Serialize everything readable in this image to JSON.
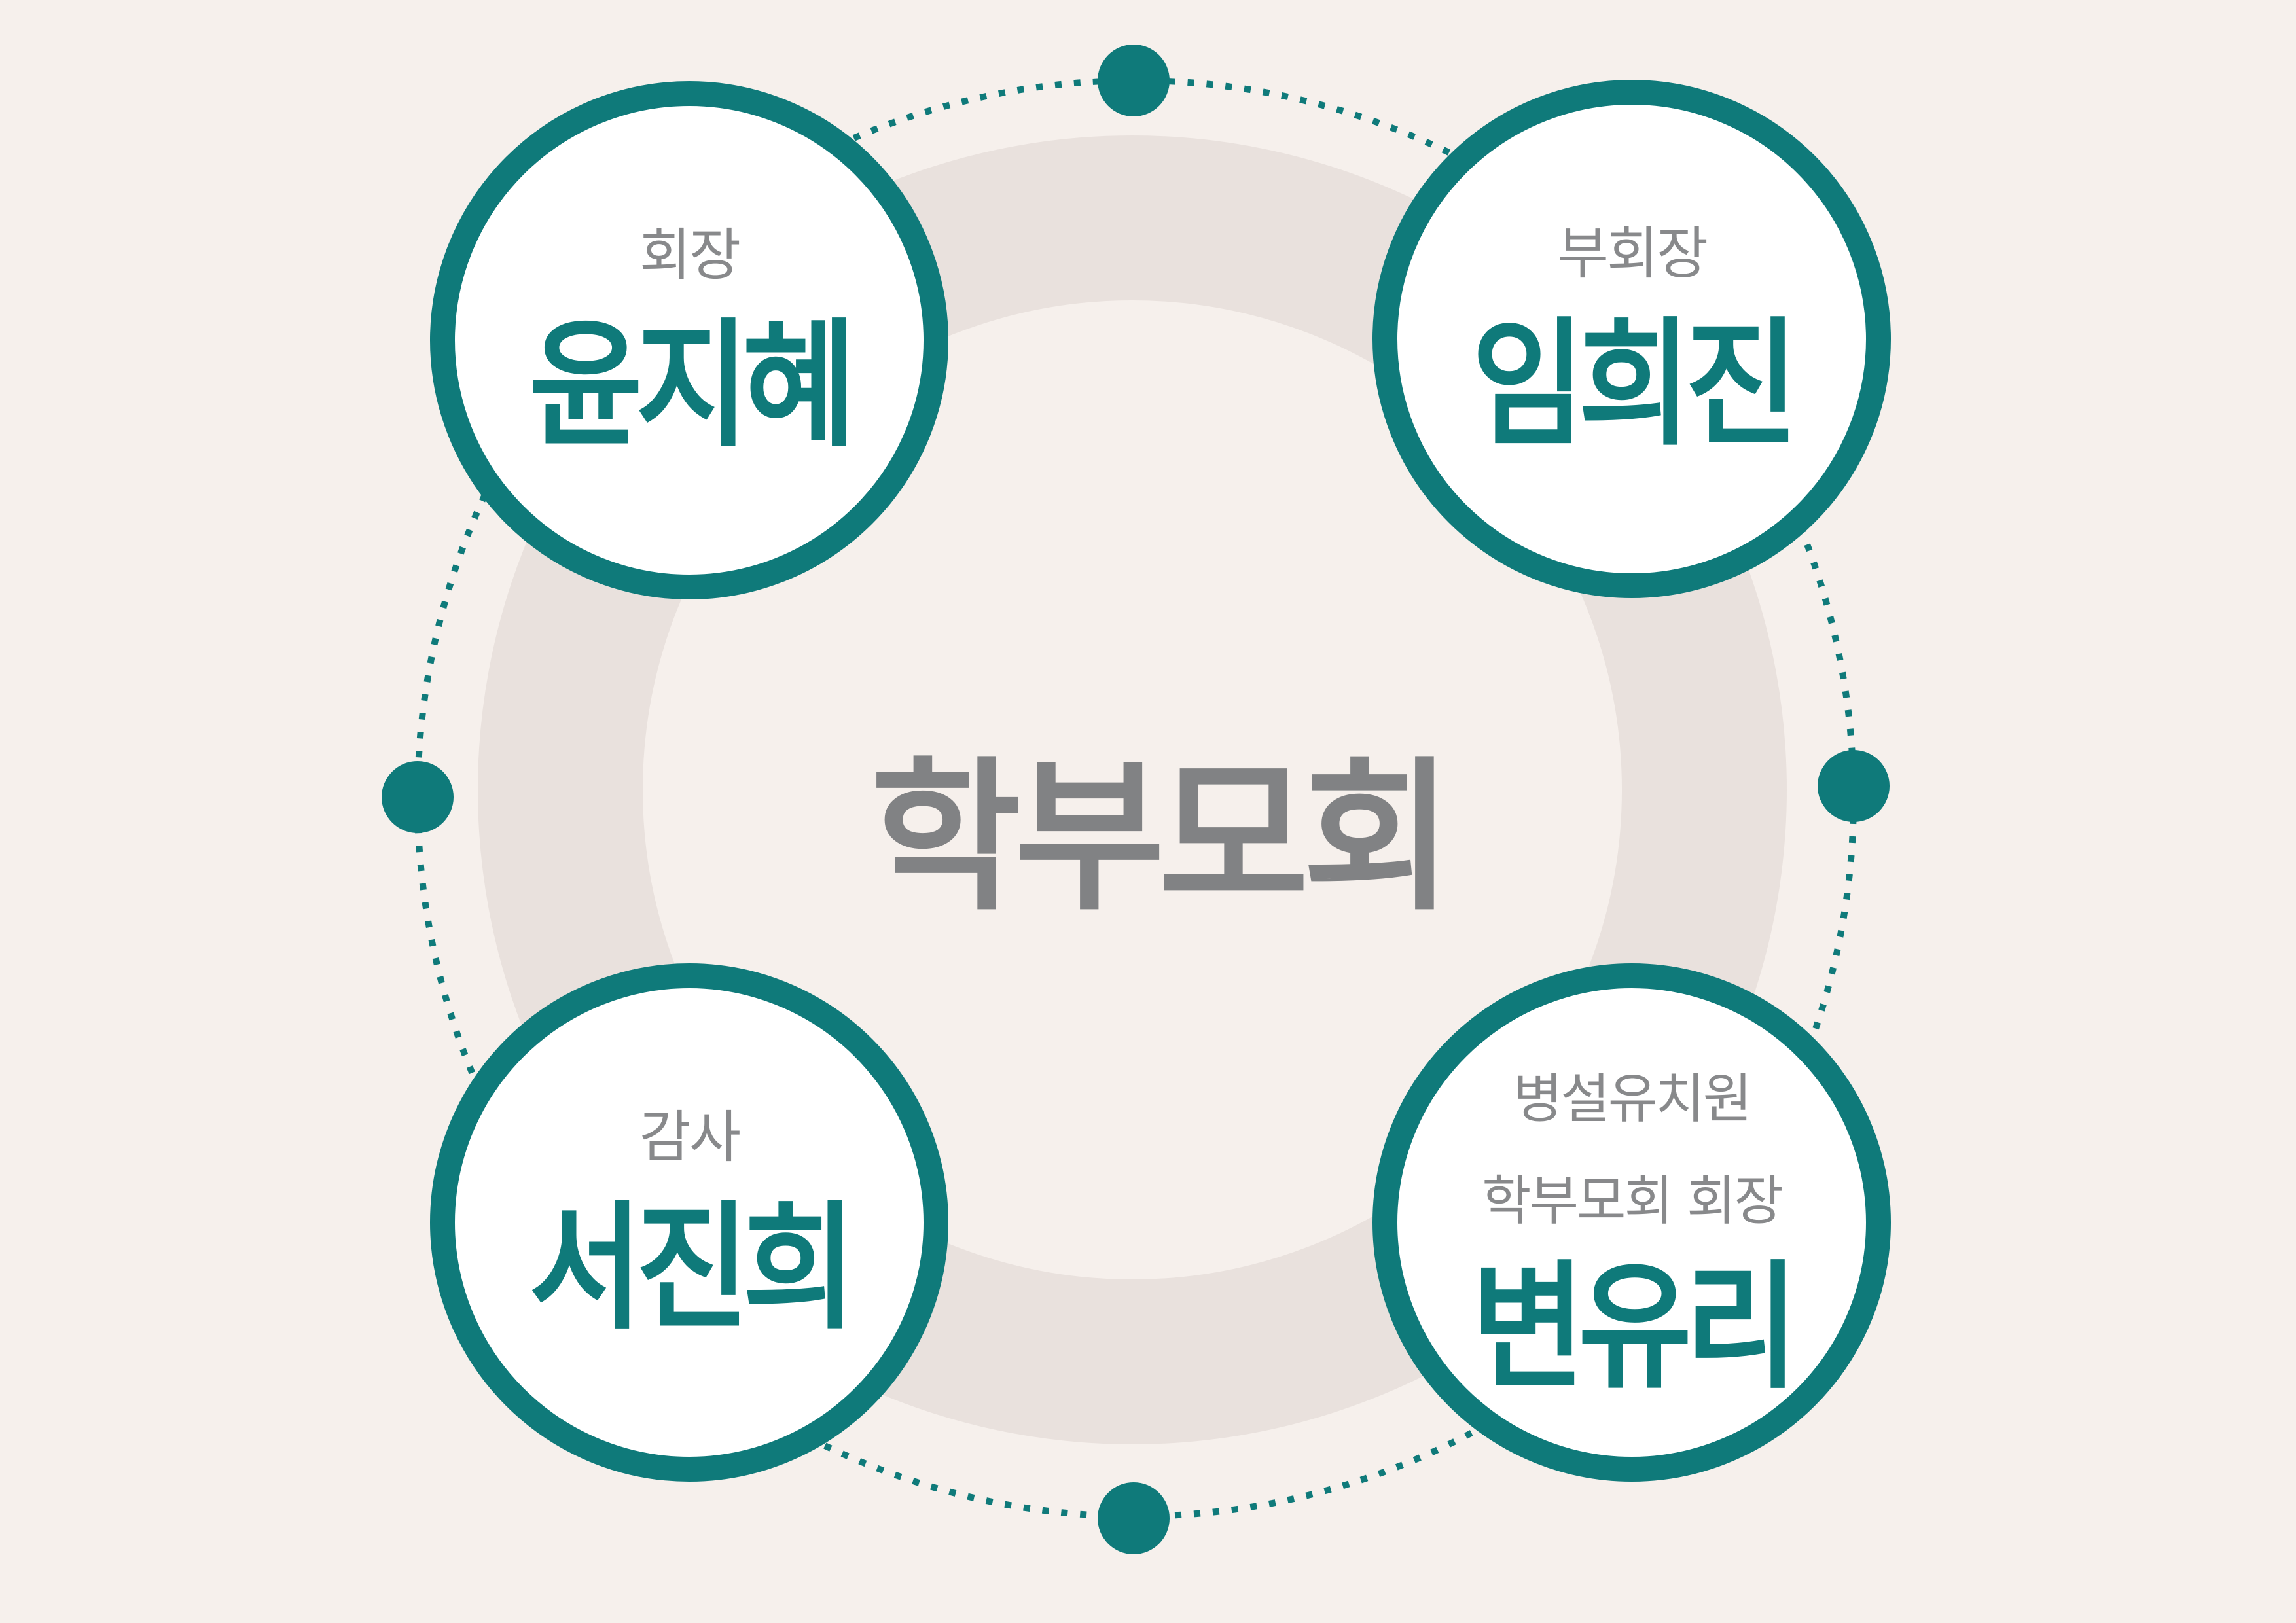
{
  "title": "학부모회",
  "colors": {
    "background": "#f6f0ec",
    "ring": "#e9e1dd",
    "accent": "#0f7a7a",
    "title_text": "#818284",
    "role_text": "#88898b",
    "circle_fill": "#ffffff"
  },
  "members": [
    {
      "position": "top-left",
      "role_lines": [
        "회장"
      ],
      "name": "윤지혜"
    },
    {
      "position": "top-right",
      "role_lines": [
        "부회장"
      ],
      "name": "임희진"
    },
    {
      "position": "bottom-left",
      "role_lines": [
        "감사"
      ],
      "name": "서진희"
    },
    {
      "position": "bottom-right",
      "role_lines": [
        "병설유치원",
        "학부모회 회장"
      ],
      "name": "변유리"
    }
  ],
  "connector_dots": [
    "top",
    "right",
    "bottom",
    "left"
  ]
}
